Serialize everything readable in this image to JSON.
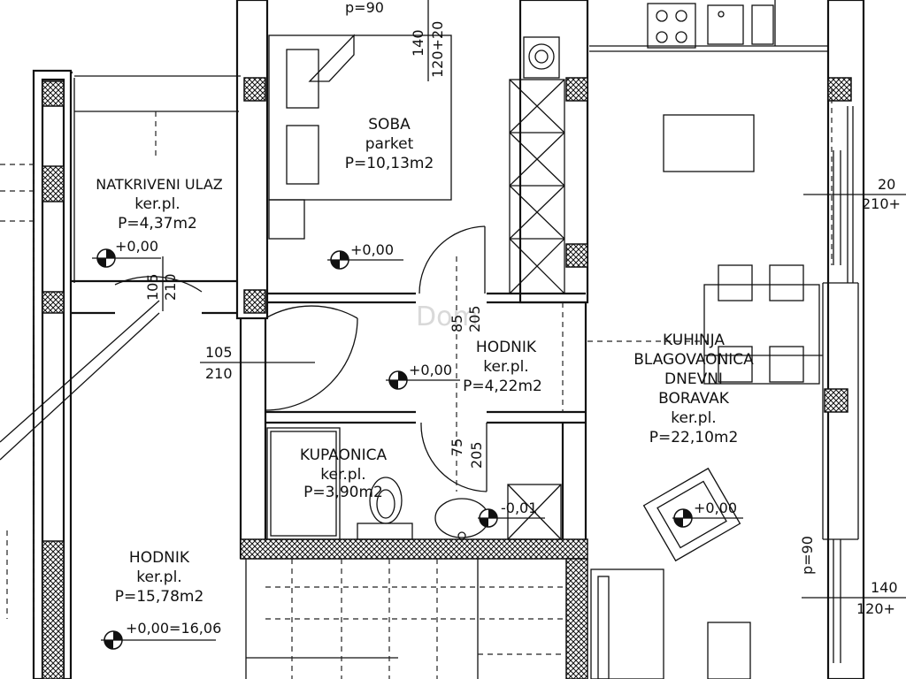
{
  "rooms": {
    "soba": {
      "name": "SOBA",
      "floor": "parket",
      "area": "P=10,13m2"
    },
    "natkriveni": {
      "name": "NATKRIVENI ULAZ",
      "floor": "ker.pl.",
      "area": "P=4,37m2"
    },
    "hodnik": {
      "name": "HODNIK",
      "floor": "ker.pl.",
      "area": "P=4,22m2"
    },
    "kupaonica": {
      "name": "KUPAONICA",
      "floor": "ker.pl.",
      "area": "P=3,90m2"
    },
    "hodnik2": {
      "name": "HODNIK",
      "floor": "ker.pl.",
      "area": "P=15,78m2"
    },
    "kuhinja": {
      "name1": "KUHINJA",
      "name2": "BLAGOVAONICA",
      "name3": "DNEVNI",
      "name4": "BORAVAK",
      "floor": "ker.pl.",
      "area": "P=22,10m2"
    }
  },
  "levels": {
    "soba": "+0,00",
    "natkriveni": "+0,00",
    "hodnik": "+0,00",
    "kupaonica": "-0,01",
    "kuhinja": "+0,00",
    "hodnik2": "+0,00=16,06"
  },
  "dimensions": {
    "top_p": "p=90",
    "top_w": "140",
    "top_h": "120+20",
    "entry_w": "105",
    "entry_h": "210",
    "door_left_w": "105",
    "door_left_h": "210",
    "soba_door_w": "85",
    "soba_door_h": "205",
    "bath_door_w": "75",
    "bath_door_h": "205",
    "right_top_w": "20",
    "right_top_h": "210+",
    "right_p": "p=90",
    "right_bottom_w": "140",
    "right_bottom_h": "120+"
  },
  "watermark": "Dom"
}
